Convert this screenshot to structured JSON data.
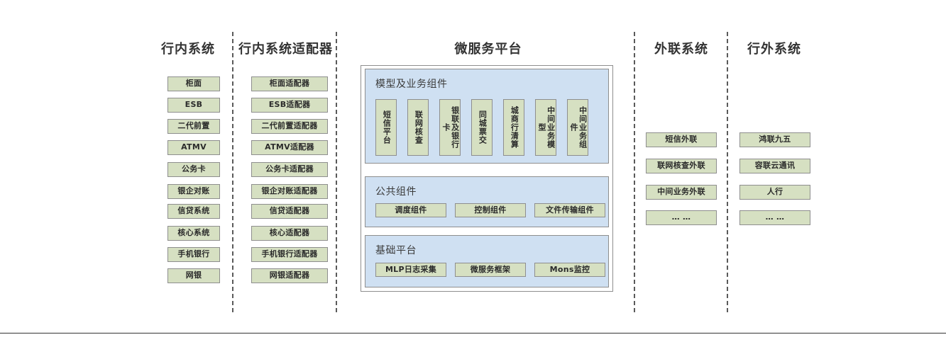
{
  "diagram": {
    "title_platform": "微服务平台",
    "columns": [
      {
        "id": "internal-systems",
        "title": "行内系统",
        "items": [
          "柜面",
          "ESB",
          "二代前置",
          "ATMV",
          "公务卡",
          "银企对账",
          "信贷系统",
          "核心系统",
          "手机银行",
          "网银"
        ]
      },
      {
        "id": "internal-adapters",
        "title": "行内系统适配器",
        "items": [
          "柜面适配器",
          "ESB适配器",
          "二代前置适配器",
          "ATMV适配器",
          "公务卡适配器",
          "银企对账适配器",
          "信贷适配器",
          "核心适配器",
          "手机银行适配器",
          "网银适配器"
        ]
      },
      {
        "id": "external-link-systems",
        "title": "外联系统",
        "items": [
          "短信外联",
          "联网核查外联",
          "中间业务外联",
          "… …"
        ]
      },
      {
        "id": "offbank-systems",
        "title": "行外系统",
        "items": [
          "鸿联九五",
          "容联云通讯",
          "人行",
          "… …"
        ]
      }
    ],
    "platform": {
      "panels": [
        {
          "id": "model-business-components",
          "title": "模型及业务组件",
          "orientation": "vertical",
          "items": [
            "短信平台",
            "联网核查",
            "银联及银行卡",
            "同城票交",
            "城商行清算",
            "中间业务模型",
            "中间业务组件"
          ]
        },
        {
          "id": "public-components",
          "title": "公共组件",
          "orientation": "horizontal",
          "items": [
            "调度组件",
            "控制组件",
            "文件传输组件"
          ]
        },
        {
          "id": "base-platform",
          "title": "基础平台",
          "orientation": "horizontal",
          "items": [
            "MLP日志采集",
            "微服务框架",
            "Mons监控"
          ]
        }
      ]
    },
    "colors": {
      "node_fill": "#d6e0c2",
      "node_border": "#8e8e8e",
      "panel_fill": "#cfe0f2",
      "panel_border": "#8e8e8e",
      "divider": "#5a5a5a",
      "text": "#333333"
    }
  }
}
